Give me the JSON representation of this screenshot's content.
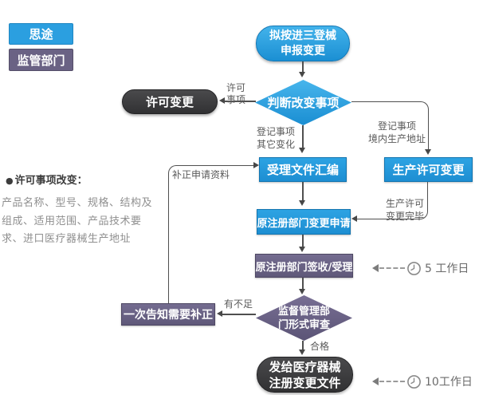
{
  "legend": {
    "items": [
      {
        "label": "思途",
        "color": "#2b9fe0"
      },
      {
        "label": "监管部门",
        "color": "#6a6284"
      }
    ]
  },
  "note": {
    "bullet": "●",
    "heading": "许可事项改变：",
    "lines": [
      "产品名称、型号、规格、结构及",
      "组成、适用范围、产品技术要",
      "求、进口医疗器械生产地址"
    ]
  },
  "nodes": {
    "start": {
      "line1": "拟按进三登械",
      "line2": "申报变更"
    },
    "decision_change": {
      "label": "判断改变事项"
    },
    "license_change": {
      "label": "许可变更"
    },
    "accept_docs": {
      "label": "受理文件汇编"
    },
    "production_license": {
      "label": "生产许可变更"
    },
    "change_application": {
      "label": "原注册部门变更申请"
    },
    "sign_accept": {
      "label": "原注册部门签收/受理"
    },
    "formal_review": {
      "line1": "监督管理部",
      "line2": "门形式审查"
    },
    "notify_correction": {
      "label": "一次告知需要补正"
    },
    "issue_document": {
      "line1": "发给医疗器械",
      "line2": "注册变更文件"
    }
  },
  "edge_labels": {
    "license_items": {
      "line1": "许可",
      "line2": "事项"
    },
    "registration_other": {
      "line1": "登记事项",
      "line2": "其它变化"
    },
    "registration_address": {
      "line1": "登记事项",
      "line2": "境内生产地址"
    },
    "production_done": {
      "line1": "生产许可",
      "line2": "变更完毕"
    },
    "correction_materials": "补正申请资料",
    "insufficient": "有不足",
    "qualified": "合格"
  },
  "timers": {
    "review": "5 工作日",
    "issue": "10工作日"
  },
  "colors": {
    "blue": "#2b9fe0",
    "purple": "#6a6284",
    "dark": "#3b3b3d",
    "arrow": "#4f4f4f",
    "label_text": "#595959",
    "timer_text": "#6b6b6b"
  }
}
